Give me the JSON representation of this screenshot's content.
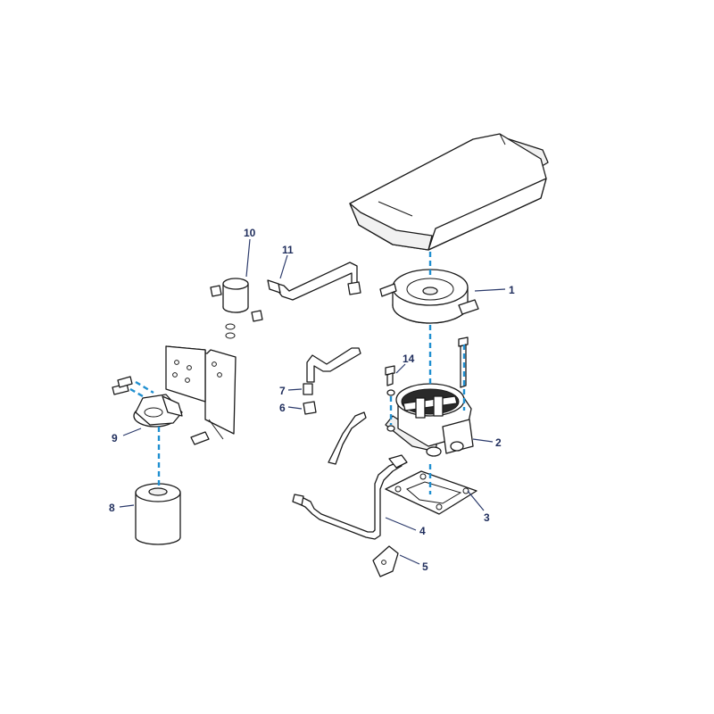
{
  "diagram": {
    "callouts": [
      "1",
      "2",
      "3",
      "4",
      "5",
      "6",
      "7",
      "8",
      "9",
      "10",
      "11",
      "14"
    ]
  },
  "colors": {
    "guide_line": "#1f8fd0",
    "callout_text": "#1f2d5c",
    "outline": "#1a1a1a",
    "background": "#ffffff"
  }
}
